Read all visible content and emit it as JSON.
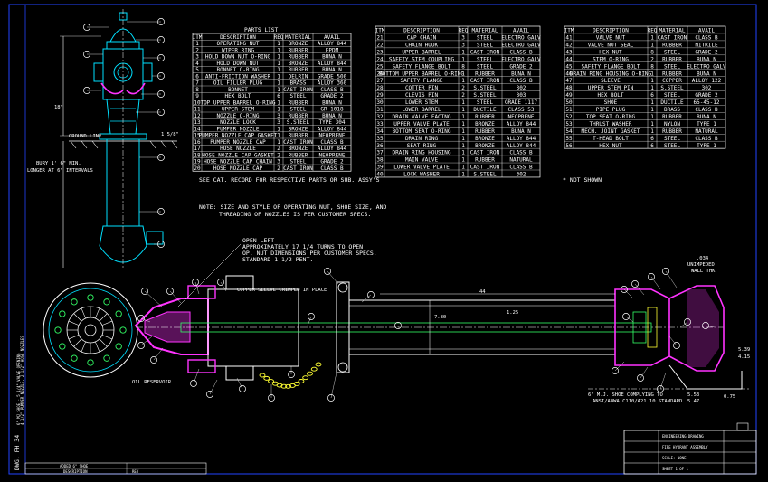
{
  "parts_list": {
    "title": "PARTS LIST",
    "headers": [
      "ITM",
      "DESCRIPTION",
      "REQ",
      "MATERIAL",
      "AVAIL"
    ],
    "rows": [
      [
        "1",
        "OPERATING NUT",
        "1",
        "BRONZE",
        "ALLOY 844"
      ],
      [
        "2",
        "WIPER RING",
        "1",
        "RUBBER",
        "EPDM"
      ],
      [
        "3",
        "HOLD DOWN NUT O-RING",
        "1",
        "RUBBER",
        "BUNA N"
      ],
      [
        "4",
        "HOLD DOWN NUT",
        "1",
        "BRONZE",
        "ALLOY 844"
      ],
      [
        "5",
        "BONNET O-RING",
        "1",
        "RUBBER",
        "BUNA N"
      ],
      [
        "6",
        "ANTI-FRICTION WASHER",
        "1",
        "DELRIN",
        "GRADE 500"
      ],
      [
        "7",
        "OIL FILLER PLUG",
        "1",
        "BRASS",
        "ALLOY 360"
      ],
      [
        "8",
        "BONNET",
        "1",
        "CAST IRON",
        "CLASS B"
      ],
      [
        "9",
        "HEX BOLT",
        "6",
        "STEEL",
        "GRADE 2"
      ],
      [
        "10",
        "TOP UPPER BARREL O-RING",
        "1",
        "RUBBER",
        "BUNA N"
      ],
      [
        "11",
        "UPPER STEM",
        "1",
        "STEEL",
        "GR 1018"
      ],
      [
        "12",
        "NOZZLE O-RING",
        "3",
        "RUBBER",
        "BUNA N"
      ],
      [
        "13",
        "NOZZLE LOCK",
        "3",
        "S.STEEL",
        "TYPE 304"
      ],
      [
        "14",
        "PUMPER NOZZLE",
        "1",
        "BRONZE",
        "ALLOY 844"
      ],
      [
        "15",
        "PUMPER NOZZLE CAP GASKET",
        "1",
        "RUBBER",
        "NEOPRENE"
      ],
      [
        "16",
        "PUMPER NOZZLE CAP",
        "1",
        "CAST IRON",
        "CLASS B"
      ],
      [
        "17",
        "HOSE NOZZLE",
        "2",
        "BRONZE",
        "ALLOY 844"
      ],
      [
        "18",
        "HOSE NOZZLE CAP GASKET",
        "2",
        "RUBBER",
        "NEOPRENE"
      ],
      [
        "19",
        "HOSE NOZZLE CAP CHAIN",
        "3",
        "STEEL",
        "GRADE 2"
      ],
      [
        "20",
        "HOSE NOZZLE CAP",
        "2",
        "CAST IRON",
        "CLASS B"
      ]
    ]
  },
  "parts_list_2": {
    "headers": [
      "ITM",
      "DESCRIPTION",
      "REQ",
      "MATERIAL",
      "AVAIL"
    ],
    "rows": [
      [
        "21",
        "CAP CHAIN",
        "3",
        "STEEL",
        "ELECTRO GALV"
      ],
      [
        "22",
        "CHAIN HOOK",
        "3",
        "STEEL",
        "ELECTRO GALV"
      ],
      [
        "23",
        "UPPER BARREL",
        "1",
        "CAST IRON",
        "CLASS B"
      ],
      [
        "24",
        "SAFETY STEM COUPLING",
        "1",
        "STEEL",
        "ELECTRO GALV"
      ],
      [
        "25",
        "SAFETY FLANGE BOLT",
        "8",
        "STEEL",
        "GRADE 2"
      ],
      [
        "26",
        "BOTTOM UPPER BARREL O-RING",
        "1",
        "RUBBER",
        "BUNA N"
      ],
      [
        "27",
        "SAFETY FLANGE",
        "1",
        "CAST IRON",
        "CLASS B"
      ],
      [
        "28",
        "COTTER PIN",
        "2",
        "S.STEEL",
        "302"
      ],
      [
        "29",
        "CLEVIS PIN",
        "2",
        "S.STEEL",
        "303"
      ],
      [
        "30",
        "LOWER STEM",
        "1",
        "STEEL",
        "GRADE 1117"
      ],
      [
        "31",
        "LOWER BARREL",
        "1",
        "DUCTILE",
        "CLASS 53"
      ],
      [
        "32",
        "DRAIN VALVE FACING",
        "1",
        "RUBBER",
        "NEOPRENE"
      ],
      [
        "33",
        "UPPER VALVE PLATE",
        "1",
        "BRONZE",
        "ALLOY 844"
      ],
      [
        "34",
        "BOTTOM SEAT O-RING",
        "1",
        "RUBBER",
        "BUNA N"
      ],
      [
        "35",
        "DRAIN RING",
        "1",
        "BRONZE",
        "ALLOY 844"
      ],
      [
        "36",
        "SEAT RING",
        "1",
        "BRONZE",
        "ALLOY 844"
      ],
      [
        "37",
        "DRAIN RING HOUSING",
        "1",
        "CAST IRON",
        "CLASS B"
      ],
      [
        "38",
        "MAIN VALVE",
        "1",
        "RUBBER",
        "NATURAL"
      ],
      [
        "39",
        "LOWER VALVE PLATE",
        "1",
        "CAST IRON",
        "CLASS B"
      ],
      [
        "40",
        "LOCK WASHER",
        "1",
        "S.STEEL",
        "302"
      ]
    ]
  },
  "parts_list_3": {
    "headers": [
      "ITM",
      "DESCRIPTION",
      "REQ",
      "MATERIAL",
      "AVAIL"
    ],
    "rows": [
      [
        "41",
        "VALVE NUT",
        "1",
        "CAST IRON",
        "CLASS B"
      ],
      [
        "42",
        "VALVE NUT SEAL",
        "1",
        "RUBBER",
        "NITRILE"
      ],
      [
        "43",
        "HEX NUT",
        "8",
        "STEEL",
        "GRADE 2"
      ],
      [
        "44",
        "STEM O-RING",
        "2",
        "RUBBER",
        "BUNA N"
      ],
      [
        "45",
        "SAFETY FLANGE BOLT",
        "8",
        "STEEL",
        "ELECTRO GALV"
      ],
      [
        "46",
        "DRAIN RING HOUSING O-RING",
        "1",
        "RUBBER",
        "BUNA N"
      ],
      [
        "47",
        "SLEEVE",
        "1",
        "COPPER",
        "ALLOY 122"
      ],
      [
        "48",
        "UPPER STEM PIN",
        "1",
        "S.STEEL",
        "302"
      ],
      [
        "49",
        "HEX BOLT",
        "6",
        "STEEL",
        "GRADE 2"
      ],
      [
        "50",
        "SHOE",
        "1",
        "DUCTILE",
        "65-45-12"
      ],
      [
        "51",
        "PIPE PLUG",
        "1",
        "BRASS",
        "CLASS B"
      ],
      [
        "52",
        "TOP SEAT O-RING",
        "1",
        "RUBBER",
        "BUNA N"
      ],
      [
        "53",
        "THRUST WASHER",
        "1",
        "NYLON",
        "TYPE 1"
      ],
      [
        "54",
        "MECH. JOINT GASKET",
        "1",
        "RUBBER",
        "NATURAL"
      ],
      [
        "55",
        "T-HEAD BOLT",
        "6",
        "STEEL",
        "CLASS B"
      ],
      [
        "56",
        "HEX NUT",
        "6",
        "STEEL",
        "TYPE 1"
      ]
    ]
  },
  "notes": {
    "see_cat": "SEE CAT. RECORD FOR RESPECTIVE PARTS OR SUB. ASSY'S",
    "not_shown": "* NOT SHOWN",
    "note_line1": "NOTE: SIZE AND STYLE OF OPERATING NUT, SHOE SIZE, AND",
    "note_line2": "THREADING OF NOZZLES IS PER CUSTOMER SPECS.",
    "open_line1": "OPEN LEFT",
    "open_line2": "APPROXIMATELY 17 1/4 TURNS TO OPEN",
    "open_line3": "OP. NUT DIMENSIONS PER CUSTOMER SPECS.",
    "open_line4": "STANDARD 1-1/2 PENT.",
    "copper_sleeve": "COPPER SLEEVE CRIMPED IN PLACE",
    "oil_reservoir": "OIL RESERVOIR",
    "ground_line": "GROUND LINE",
    "bury_line1": "BURY 1' 6\" MIN.",
    "bury_line2": "LONGER AT 6\" INTERVALS",
    "unimpeded_line1": "UNIMPEDED",
    "unimpeded_line2": "WALL THK",
    "shoe_line1": "6\" M.J. SHOE COMPLYING TO",
    "shoe_line2": "ANSI/AWWA C110/A21.10 STANDARD",
    "side_text1": "6\" MJ SHOE - 5 1/4\" VALVE OPENING",
    "side_text2": "4 1/2\" PUMPER NOZZLE, 2 1/2\" HOSE NOZZLES"
  },
  "dimensions": {
    "d_44": "44",
    "d_125": "1.25",
    "d_780": "7.80",
    "d_034": ".034",
    "d_539": "5.39",
    "d_415": "4.15",
    "d_553": "5.53",
    "d_547": "5.47",
    "d_075": "0.75",
    "d_18": "18\"",
    "d_158": "1 5/8\"",
    "d_1": "1'"
  },
  "title_block": {
    "dwg_no": "DWG. FH 34",
    "revision": "ADDED 6\" SHOE",
    "description_label": "DESCRIPTION",
    "rev_label": "REV",
    "company": "ENGINEERING DRAWING",
    "sheet_title": "FIRE HYDRANT ASSEMBLY",
    "scale": "SCALE: NONE",
    "sheet": "SHEET 1 OF 1"
  },
  "colors": {
    "background": "#000000",
    "line": "#ffffff",
    "accent_cyan": "#00e0ff",
    "accent_magenta": "#ff33ff",
    "accent_green": "#33ff66",
    "accent_yellow": "#ffff33",
    "border_blue": "#2244ff"
  }
}
